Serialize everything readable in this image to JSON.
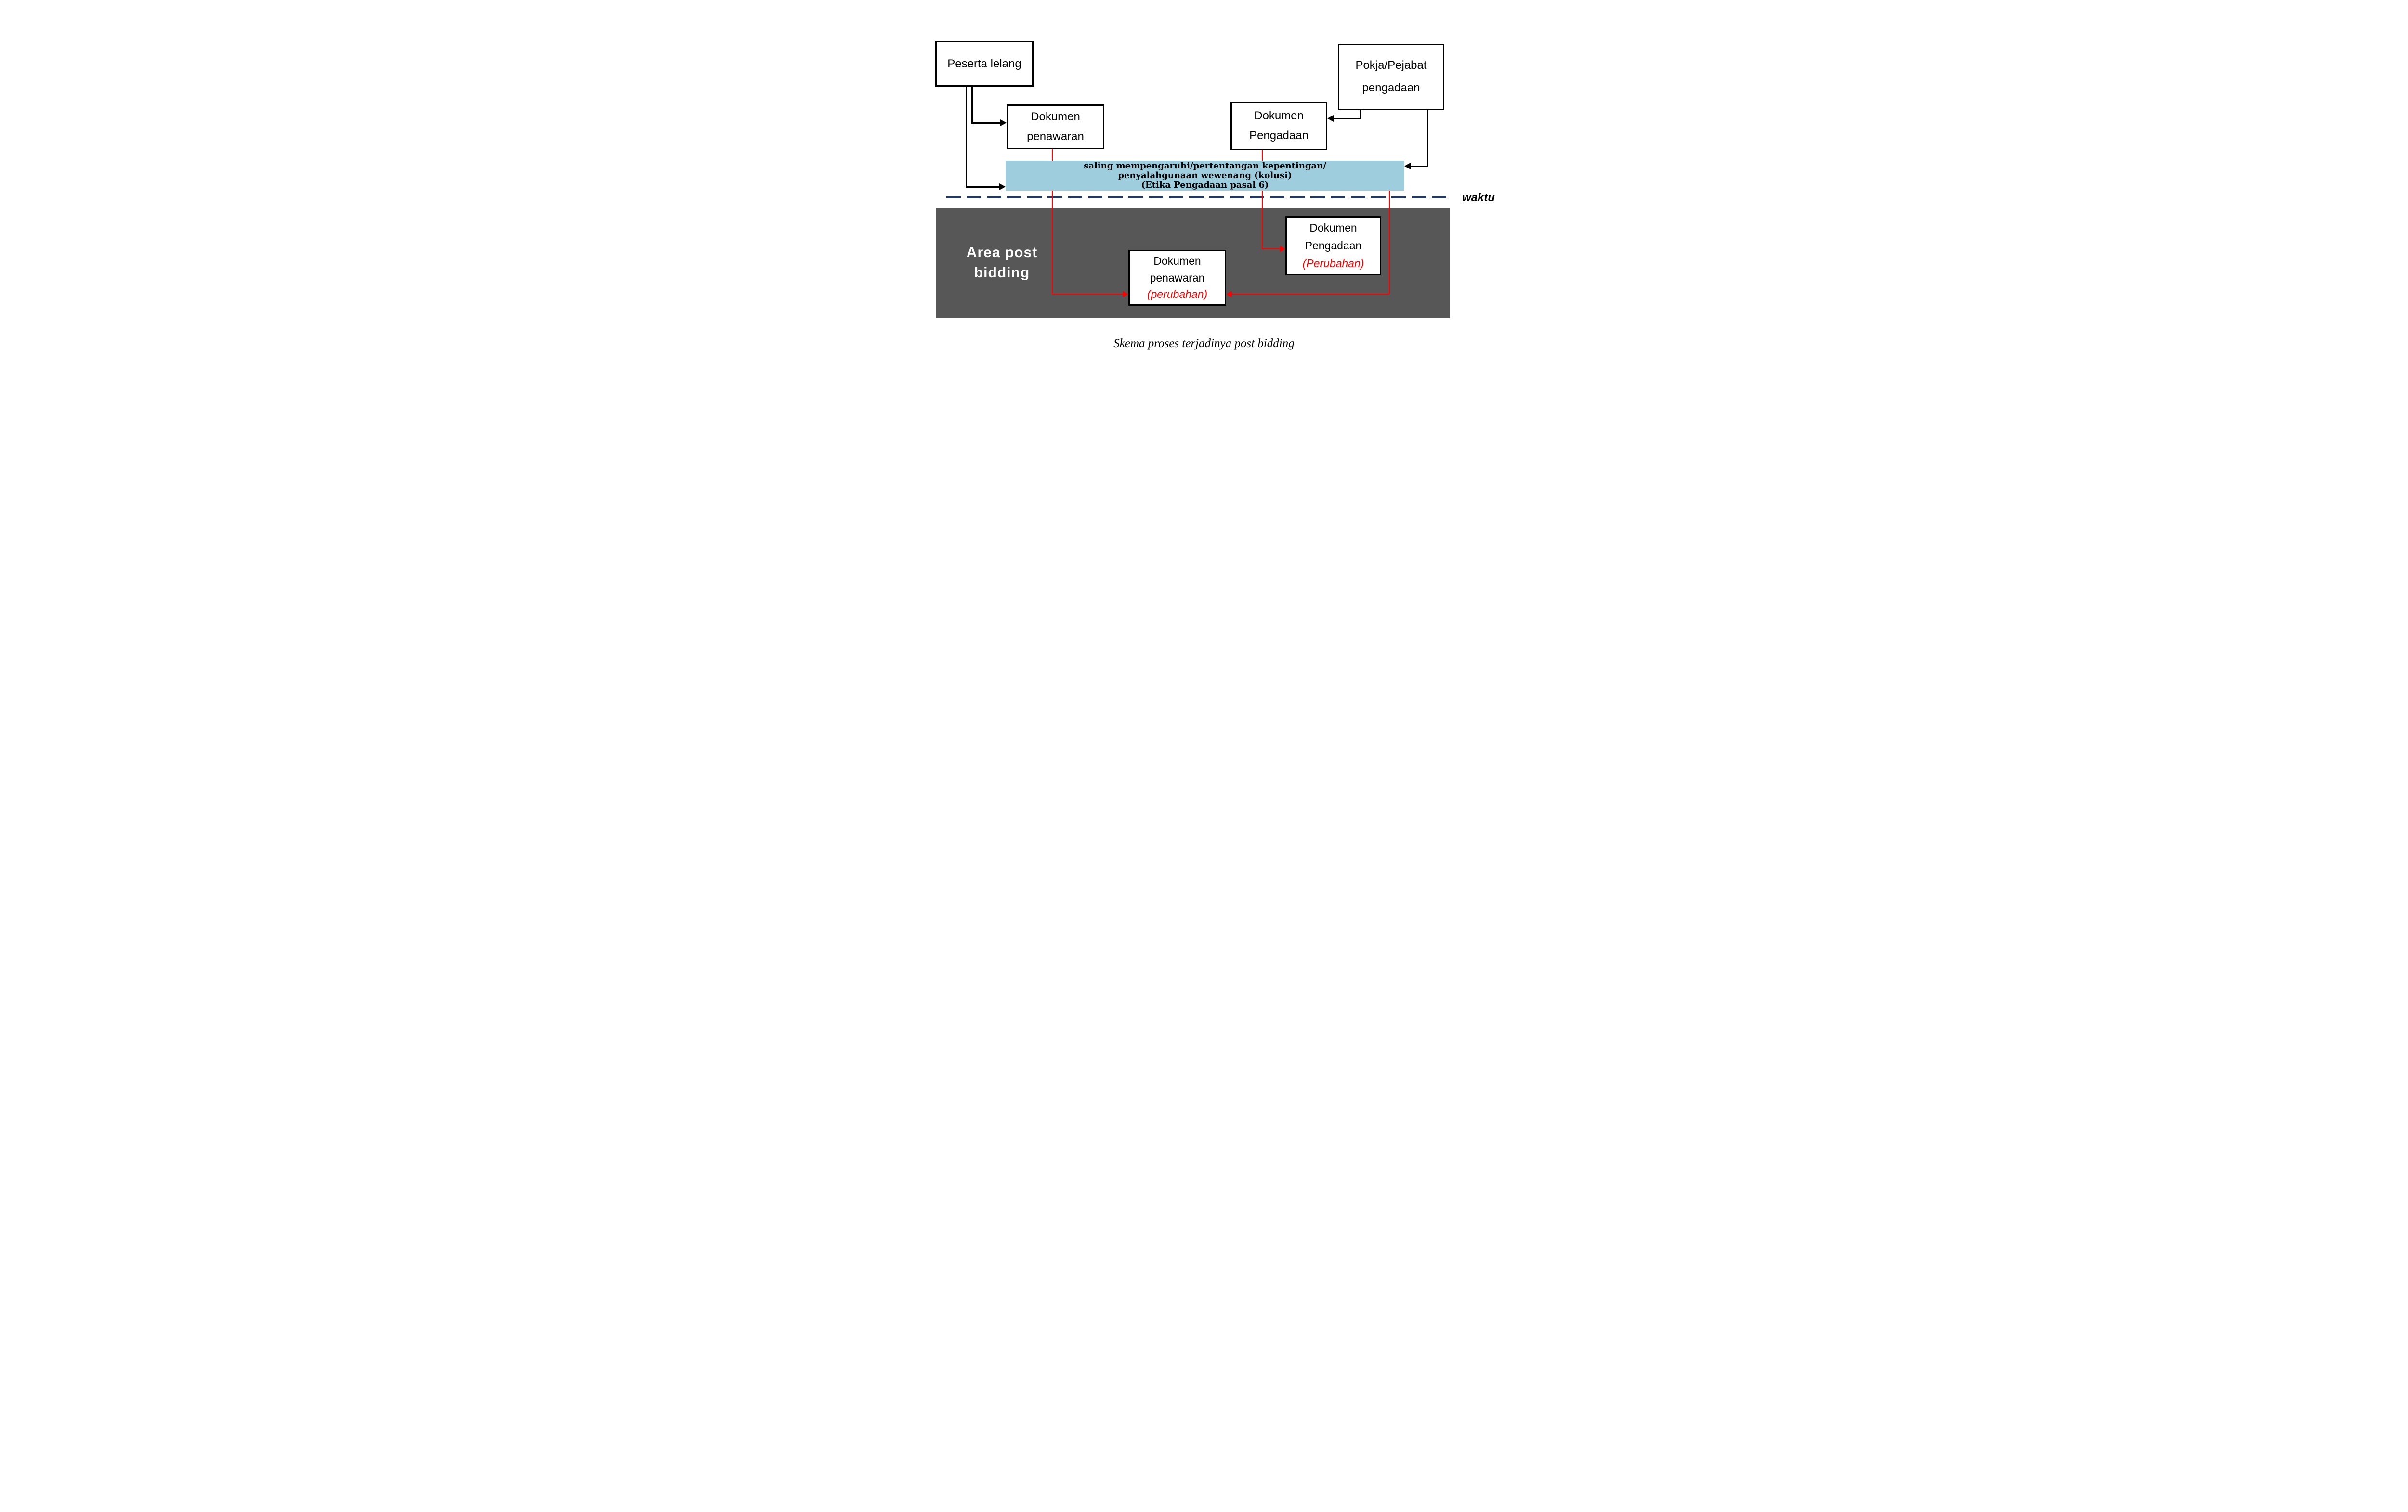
{
  "title": {
    "caption": "Skema proses terjadinya post bidding"
  },
  "timeline": {
    "label": "waktu"
  },
  "area": {
    "lines": [
      "Area",
      "post",
      "bidding"
    ]
  },
  "boxes": {
    "peserta": {
      "label": "Peserta lelang"
    },
    "pokja": {
      "lines": [
        "Pokja/Pejabat",
        "pengadaan"
      ]
    },
    "dok_penawaran": {
      "lines": [
        "Dokumen",
        "penawaran"
      ]
    },
    "dok_pengadaan": {
      "lines": [
        "Dokumen",
        "Pengadaan"
      ]
    },
    "kolusi": {
      "lines": [
        "saling mempengaruhi/pertentangan kepentingan/",
        "penyalahgunaan wewenang (kolusi)",
        "(Etika Pengadaan pasal 6)"
      ]
    },
    "dok_penawaran_perubahan": {
      "lines": [
        "Dokumen",
        "penawaran"
      ],
      "highlight": "(perubahan)"
    },
    "dok_pengadaan_perubahan": {
      "lines": [
        "Dokumen",
        "Pengadaan"
      ],
      "highlight": "(Perubahan)"
    }
  },
  "colors": {
    "kolusi_fill": "#9ECEDD",
    "area_fill": "#575757",
    "timeline": "#1F3864",
    "change": "#FF0000",
    "line": "#000000"
  }
}
